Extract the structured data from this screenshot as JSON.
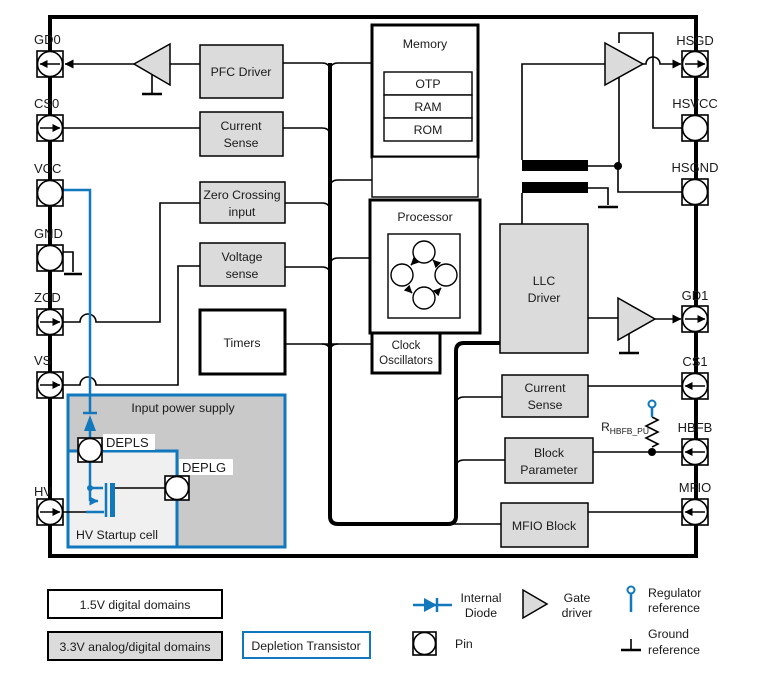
{
  "colors": {
    "accent_blue": "#1178be",
    "block_gray": "#dbdbdb",
    "power_domain_gray": "#c9c9c9",
    "startup_cell_gray": "#f0f0f0",
    "line_black": "#000000"
  },
  "pins": {
    "left": [
      {
        "label": "GD0"
      },
      {
        "label": "CS0"
      },
      {
        "label": "VCC"
      },
      {
        "label": "GND"
      },
      {
        "label": "ZCD"
      },
      {
        "label": "VS"
      },
      {
        "label": "HV"
      }
    ],
    "right": [
      {
        "label": "HSGD"
      },
      {
        "label": "HSVCC"
      },
      {
        "label": "HSGND"
      },
      {
        "label": "GD1"
      },
      {
        "label": "CS1"
      },
      {
        "label": "HBFB"
      },
      {
        "label": "MFIO"
      }
    ],
    "internal": [
      {
        "label": "DEPLS"
      },
      {
        "label": "DEPLG"
      }
    ]
  },
  "blocks": {
    "pfc_driver": "PFC Driver",
    "current_sense_left": [
      "Current",
      "Sense"
    ],
    "zero_crossing": [
      "Zero Crossing",
      "input"
    ],
    "voltage_sense": [
      "Voltage",
      "sense"
    ],
    "timers": "Timers",
    "memory": {
      "title": "Memory",
      "items": [
        "OTP",
        "RAM",
        "ROM"
      ]
    },
    "processor": "Processor",
    "clock_oscillators": [
      "Clock",
      "Oscillators"
    ],
    "llc_driver": [
      "LLC",
      "Driver"
    ],
    "current_sense_right": [
      "Current",
      "Sense"
    ],
    "block_parameter": [
      "Block",
      "Parameter"
    ],
    "mfio_block": "MFIO Block",
    "input_power_supply": "Input power supply",
    "hv_startup_cell": "HV Startup cell"
  },
  "labels": {
    "pullup_resistor_name": "R",
    "pullup_resistor_sub": "HBFB_PU"
  },
  "legend": {
    "domain_15": "1.5V digital domains",
    "domain_33": "3.3V analog/digital domains",
    "depletion_transistor": "Depletion Transistor",
    "internal_diode": [
      "Internal",
      "Diode"
    ],
    "gate_driver": [
      "Gate",
      "driver"
    ],
    "pin": "Pin",
    "regulator_reference": [
      "Regulator",
      "reference"
    ],
    "ground_reference": [
      "Ground",
      "reference"
    ]
  }
}
